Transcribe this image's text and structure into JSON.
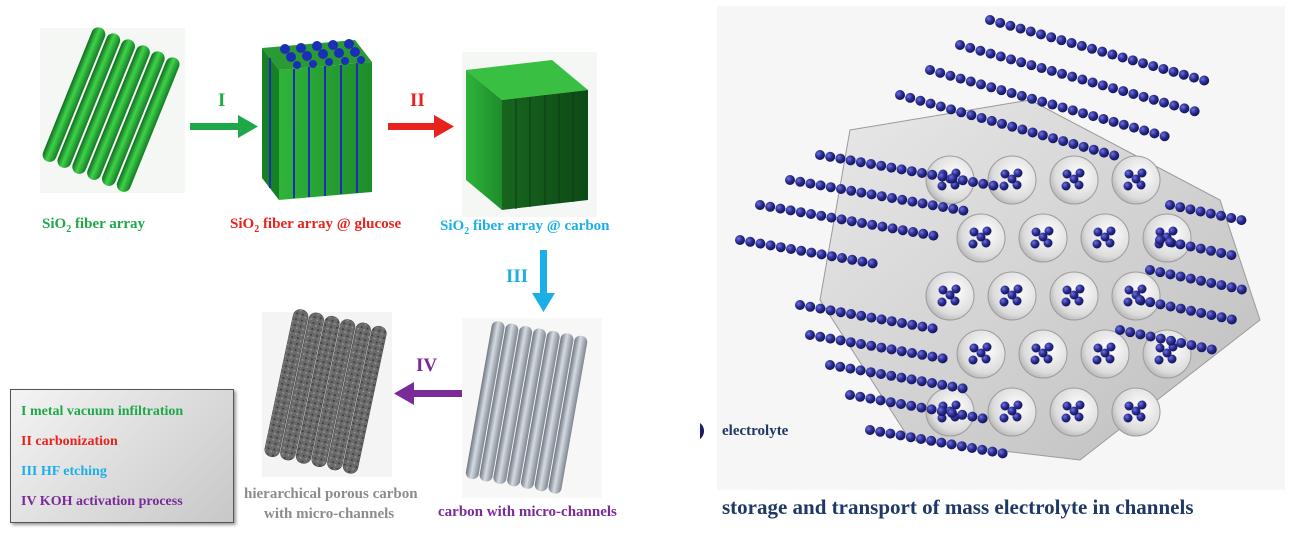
{
  "colors": {
    "green": "#1ea84a",
    "red": "#e8231d",
    "cyan": "#1ab0e6",
    "purple": "#7a2b97",
    "grey": "#8c8c8c",
    "navy": "#1f3864",
    "electrolyte": "#2b2d92"
  },
  "labels": {
    "sio2_array": [
      "SiO",
      "2",
      " fiber array"
    ],
    "sio2_glucose": [
      "SiO",
      "2",
      " fiber array  @ glucose"
    ],
    "sio2_carbon": [
      "SiO",
      "2",
      " fiber array  @ carbon"
    ],
    "carbon_channels": "carbon with micro-channels",
    "porous_line1": "hierarchical porous carbon",
    "porous_line2": "with micro-channels"
  },
  "steps": {
    "s1": "I",
    "s2": "II",
    "s3": "III",
    "s4": "IV"
  },
  "legend": {
    "items": [
      {
        "text": "I metal vacuum infiltration",
        "color": "#1ea84a"
      },
      {
        "text": "II  carbonization",
        "color": "#e8231d"
      },
      {
        "text": "III  HF etching",
        "color": "#1ab0e6"
      },
      {
        "text": "IV  KOH activation process",
        "color": "#7a2b97"
      }
    ]
  },
  "electrolyte_label": "electrolyte",
  "caption": "storage and transport  of mass electrolyte  in channels"
}
